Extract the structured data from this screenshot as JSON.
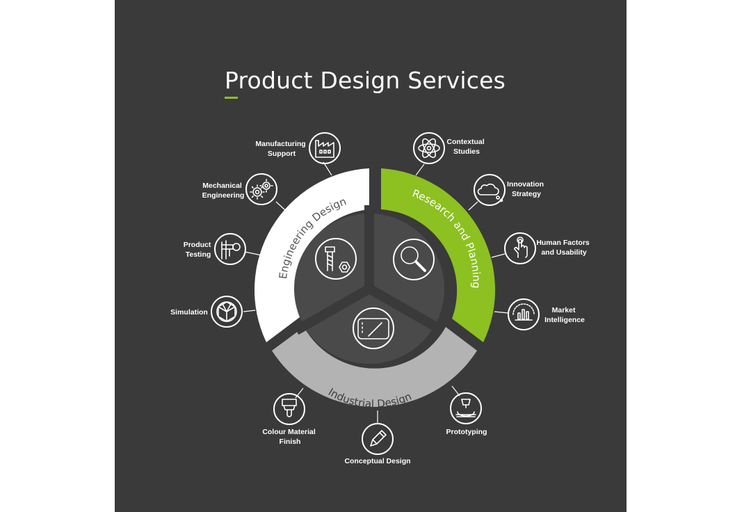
{
  "title": "Product Design Services",
  "colors": {
    "background": "#3a3a3a",
    "accent": "#8dc021",
    "engineering": "#ffffff",
    "industrial": "#b3b3b3",
    "hub": "#4a4a4a"
  },
  "segments": {
    "engineering": {
      "label": "Engineering Design",
      "icon": "bolt-nut-icon"
    },
    "research": {
      "label": "Research and Planning",
      "icon": "magnifier-icon"
    },
    "industrial": {
      "label": "Industrial Design",
      "icon": "drawing-tablet-icon"
    }
  },
  "services": {
    "manufacturing": {
      "line1": "Manufacturing",
      "line2": "Support",
      "icon": "factory-icon"
    },
    "mechanical": {
      "line1": "Mechanical",
      "line2": "Engineering",
      "icon": "gears-icon"
    },
    "testing": {
      "line1": "Product",
      "line2": "Testing",
      "icon": "caliper-icon"
    },
    "simulation": {
      "line1": "Simulation",
      "icon": "geodesic-sphere-icon"
    },
    "contextual": {
      "line1": "Contextual",
      "line2": "Studies",
      "icon": "atom-icon"
    },
    "innovation": {
      "line1": "Innovation",
      "line2": "Strategy",
      "icon": "cloud-icon"
    },
    "human": {
      "line1": "Human Factors",
      "line2": "and Usability",
      "icon": "hand-pointer-icon"
    },
    "market": {
      "line1": "Market",
      "line2": "Intelligence",
      "icon": "bar-chart-dial-icon"
    },
    "colour": {
      "line1": "Colour Material",
      "line2": "Finish",
      "icon": "paint-brush-icon"
    },
    "conceptual": {
      "line1": "Conceptual Design",
      "icon": "pencil-icon"
    },
    "prototyping": {
      "line1": "Prototyping",
      "icon": "3d-printer-icon"
    }
  }
}
